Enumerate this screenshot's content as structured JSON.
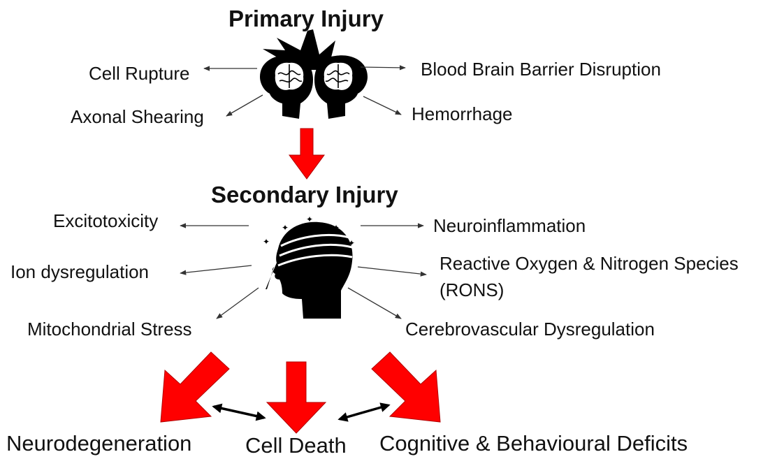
{
  "primary": {
    "title": "Primary Injury",
    "effects": {
      "cell_rupture": "Cell Rupture",
      "axonal_shearing": "Axonal Shearing",
      "bbb_disruption": "Blood Brain Barrier Disruption",
      "hemorrhage": "Hemorrhage"
    }
  },
  "secondary": {
    "title": "Secondary Injury",
    "effects": {
      "excitotoxicity": "Excitotoxicity",
      "ion_dysregulation": "Ion dysregulation",
      "mitochondrial_stress": "Mitochondrial Stress",
      "neuroinflammation": "Neuroinflammation",
      "rons_line1": "Reactive Oxygen & Nitrogen Species",
      "rons_line2": "(RONS)",
      "cerebrovascular": "Cerebrovascular Dysregulation"
    }
  },
  "outcomes": {
    "neurodegeneration": "Neurodegeneration",
    "cell_death": "Cell Death",
    "cognitive": "Cognitive & Behavioural Deficits"
  },
  "colors": {
    "arrow_red": "#ff0000",
    "icon_black": "#000000",
    "connector_gray": "#333333"
  },
  "icons": {
    "primary": "colliding-heads-icon",
    "secondary": "injured-head-icon"
  }
}
